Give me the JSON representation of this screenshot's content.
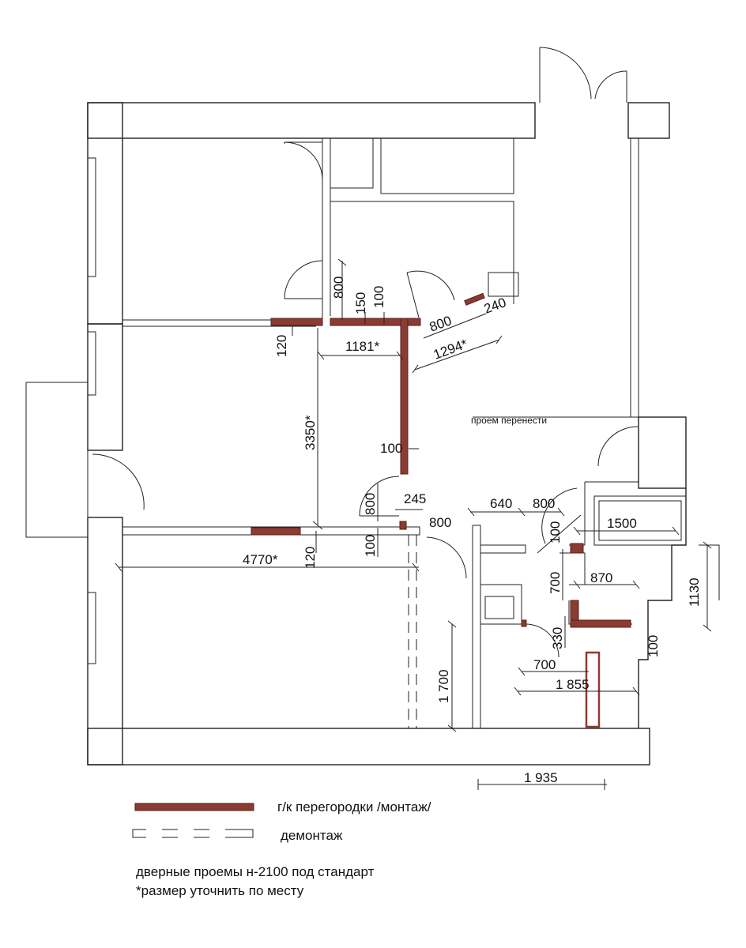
{
  "dimensions": {
    "d_120_top": "120",
    "d_800_vert": "800",
    "d_150": "150",
    "d_100_top": "100",
    "d_1181": "1181*",
    "d_800_diag": "800",
    "d_240": "240",
    "d_1294": "1294*",
    "d_3350": "3350*",
    "d_100_mid": "100",
    "d_800_left": "800",
    "d_245": "245",
    "d_100_low": "100",
    "d_120_low": "120",
    "d_800_door": "800",
    "d_640": "640",
    "d_800_right": "800",
    "d_100_bath": "100",
    "d_1500": "1500",
    "d_4770": "4770*",
    "d_700_vert": "700",
    "d_870": "870",
    "d_1130": "1130",
    "d_330": "330",
    "d_100_right": "100",
    "d_700_horiz": "700",
    "d_1855": "1 855",
    "d_1700": "1 700",
    "d_1935": "1 935"
  },
  "annotation": "проем перенести",
  "legend": {
    "install_label": "г/к перегородки /монтаж/",
    "demolish_label": "демонтаж",
    "install_color": "#8a3b32"
  },
  "notes": {
    "line1": "дверные проемы н-2100 под стандарт",
    "line2": "*размер уточнить по месту"
  }
}
